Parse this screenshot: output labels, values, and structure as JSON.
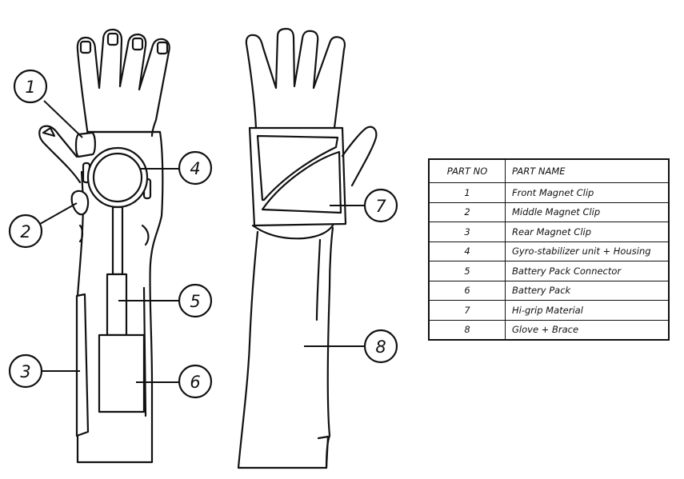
{
  "callouts": [
    {
      "number": "1",
      "label": "Front Magnet Clip"
    },
    {
      "number": "2",
      "label": "Middle Magnet Clip"
    },
    {
      "number": "3",
      "label": "Rear Magnet Clip"
    },
    {
      "number": "4",
      "label": "Gyro-stabilizer unit + Housing"
    },
    {
      "number": "5",
      "label": "Battery Pack Connector"
    },
    {
      "number": "6",
      "label": "Battery Pack"
    },
    {
      "number": "7",
      "label": "Hi-grip Material"
    },
    {
      "number": "8",
      "label": "Glove + Brace"
    }
  ],
  "table": {
    "headers": {
      "part_no": "PART NO",
      "part_name": "PART NAME"
    },
    "rows": [
      {
        "no": "1",
        "name": "Front Magnet Clip"
      },
      {
        "no": "2",
        "name": "Middle Magnet Clip"
      },
      {
        "no": "3",
        "name": "Rear Magnet Clip"
      },
      {
        "no": "4",
        "name": "Gyro-stabilizer unit + Housing"
      },
      {
        "no": "5",
        "name": "Battery Pack Connector"
      },
      {
        "no": "6",
        "name": "Battery Pack"
      },
      {
        "no": "7",
        "name": "Hi-grip Material"
      },
      {
        "no": "8",
        "name": "Glove + Brace"
      }
    ]
  }
}
